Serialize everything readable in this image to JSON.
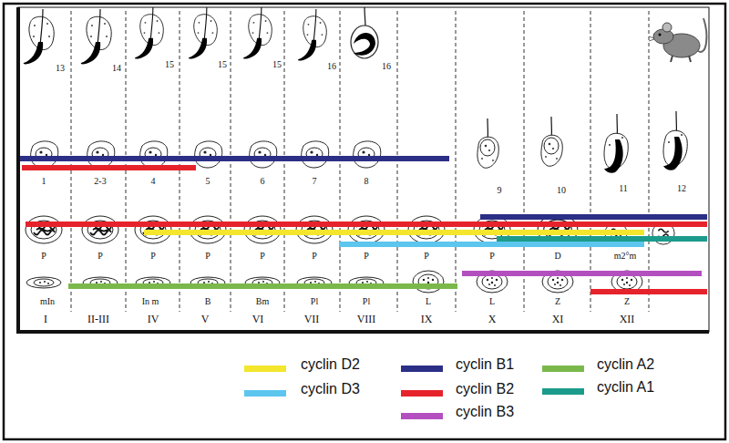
{
  "diagram": {
    "labels": [
      "13",
      "14",
      "15",
      "15",
      "15",
      "16",
      "16",
      "1",
      "2-3",
      "4",
      "5",
      "6",
      "7",
      "8",
      "9",
      "10",
      "11",
      "12",
      "P",
      "P",
      "P",
      "P",
      "P",
      "P",
      "P",
      "P",
      "P",
      "D",
      "m2°m",
      "mIn",
      "In m",
      "B",
      "Bm",
      "Pl",
      "Pl",
      "L",
      "L",
      "Z",
      "Z",
      "I",
      "II-III",
      "IV",
      "V",
      "VI",
      "VII",
      "VIII",
      "IX",
      "X",
      "XI",
      "XII"
    ],
    "legend": [
      {
        "text": "cyclin D2",
        "color": "#f3e62c"
      },
      {
        "text": "cyclin D3",
        "color": "#5cc6ef"
      },
      {
        "text": "cyclin B1",
        "color": "#2c2f86"
      },
      {
        "text": "cyclin B2",
        "color": "#e6232b"
      },
      {
        "text": "cyclin B3",
        "color": "#b44fc0"
      },
      {
        "text": "cyclin A2",
        "color": "#7bb84b"
      },
      {
        "text": "cyclin A1",
        "color": "#1b9b8b"
      }
    ]
  }
}
